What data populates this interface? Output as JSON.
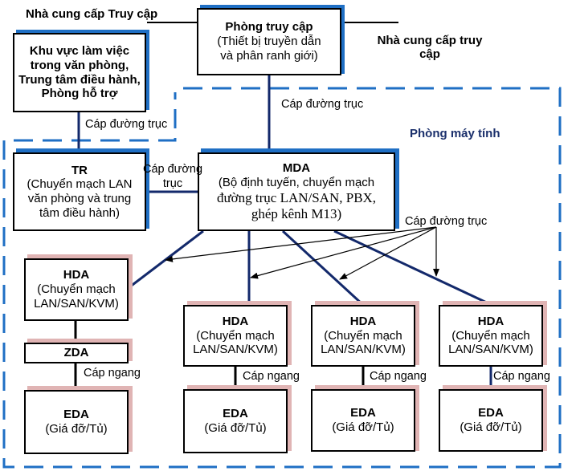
{
  "colors": {
    "dashed_border": "#1f6fc4",
    "backbone_cable": "#13296b",
    "blue_shadow": "#1f6fc4",
    "pink_shadow": "#e0b4b4",
    "room_label": "#1a2f6b"
  },
  "labels": {
    "provider_left": "Nhà cung cấp Truy cập",
    "provider_right_line1": "Nhà cung cấp truy",
    "provider_right_line2": "cập",
    "computer_room": "Phòng máy tính",
    "backbone_entrance": "Cáp đường trục",
    "backbone_office": "Cáp đường trục",
    "backbone_tr_line1": "Cáp đường",
    "backbone_tr_line2": "trục",
    "backbone_hda": "Cáp đường trục",
    "horizontal_1": "Cáp ngang",
    "horizontal_2": "Cáp ngang",
    "horizontal_3": "Cáp ngang",
    "horizontal_4": "Cáp ngang"
  },
  "nodes": {
    "entrance": {
      "title": "Phòng truy cập",
      "line1": "(Thiết bị truyền dẫn",
      "line2": "và phân ranh giới)"
    },
    "office": {
      "line1": "Khu vực làm việc",
      "line2": "trong văn phòng,",
      "line3": "Trung tâm điều hành,",
      "line4": "Phòng hỗ trợ"
    },
    "tr": {
      "title": "TR",
      "line1": "(Chuyển mạch LAN",
      "line2": "văn phòng và trung",
      "line3": "tâm điều hành)"
    },
    "mda": {
      "title": "MDA",
      "line1": "(Bộ định tuyến, chuyển mạch",
      "line2": "đường trục LAN/SAN, PBX,",
      "line3": "ghép kênh M13)"
    },
    "hda": [
      {
        "title": "HDA",
        "line1": "(Chuyển mạch",
        "line2": "LAN/SAN/KVM)"
      },
      {
        "title": "HDA",
        "line1": "(Chuyển mạch",
        "line2": "LAN/SAN/KVM)"
      },
      {
        "title": "HDA",
        "line1": "(Chuyển mạch",
        "line2": "LAN/SAN/KVM)"
      },
      {
        "title": "HDA",
        "line1": "(Chuyển mạch",
        "line2": "LAN/SAN/KVM)"
      }
    ],
    "zda": {
      "title": "ZDA"
    },
    "eda": [
      {
        "title": "EDA",
        "line1": "(Giá đỡ/Tủ)"
      },
      {
        "title": "EDA",
        "line1": "(Giá đỡ/Tủ)"
      },
      {
        "title": "EDA",
        "line1": "(Giá đỡ/Tủ)"
      },
      {
        "title": "EDA",
        "line1": "(Giá đỡ/Tủ)"
      }
    ]
  }
}
